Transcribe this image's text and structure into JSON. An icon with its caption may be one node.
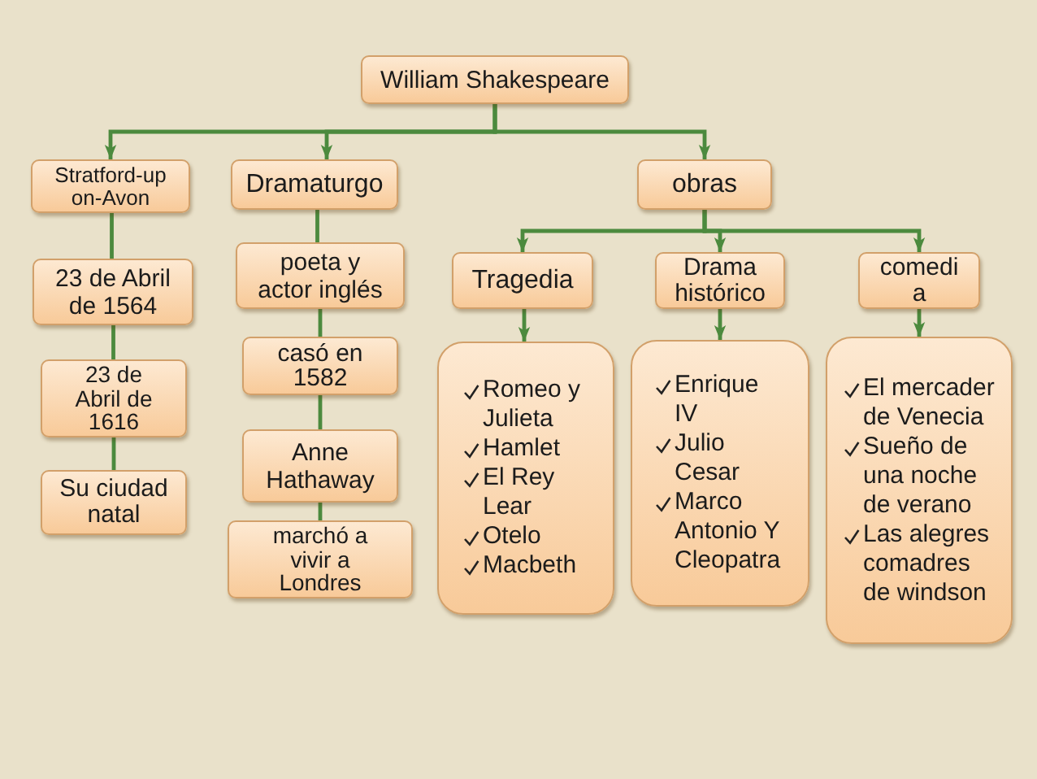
{
  "diagram": {
    "nodes": [
      {
        "text": [
          "William Shakespeare"
        ]
      },
      {
        "text": [
          "Stratford-up on-Avon"
        ]
      },
      {
        "text": [
          "Dramaturgo"
        ]
      },
      {
        "text": [
          "obras"
        ]
      },
      {
        "text": [
          "23 de Abril de 1564"
        ]
      },
      {
        "text": [
          "poeta y actor inglés"
        ]
      },
      {
        "text": [
          "23 de Abril de 1616"
        ]
      },
      {
        "text": [
          "casó en 1582"
        ]
      },
      {
        "text": [
          "Su ciudad natal"
        ]
      },
      {
        "text": [
          "Anne Hathaway"
        ]
      },
      {
        "text": [
          "marchó a vivir a Londres"
        ]
      },
      {
        "text": [
          "Tragedia"
        ]
      },
      {
        "text": [
          "Drama histórico"
        ]
      },
      {
        "text": [
          "comedi a"
        ]
      },
      {
        "text": [
          "Romeo y Julieta",
          "Hamlet",
          "El Rey Lear",
          "Otelo",
          "Macbeth"
        ]
      },
      {
        "text": [
          "Enrique IV",
          "Julio Cesar",
          "Marco Antonio Y Cleopatra"
        ]
      },
      {
        "text": [
          "El mercader de Venecia",
          "Sueño de una noche de verano",
          "Las alegres comadres de windson"
        ]
      }
    ],
    "edges": [
      {
        "from": 0,
        "to": 1,
        "arrow": "to"
      },
      {
        "from": 0,
        "to": 2,
        "arrow": "to"
      },
      {
        "from": 0,
        "to": 3,
        "arrow": "to"
      },
      {
        "from": 1,
        "to": 4,
        "arrow": "none"
      },
      {
        "from": 4,
        "to": 6,
        "arrow": "none"
      },
      {
        "from": 6,
        "to": 8,
        "arrow": "none"
      },
      {
        "from": 2,
        "to": 5,
        "arrow": "none"
      },
      {
        "from": 5,
        "to": 7,
        "arrow": "none"
      },
      {
        "from": 7,
        "to": 9,
        "arrow": "none"
      },
      {
        "from": 9,
        "to": 10,
        "arrow": "none"
      },
      {
        "from": 3,
        "to": 11,
        "arrow": "to"
      },
      {
        "from": 3,
        "to": 12,
        "arrow": "to"
      },
      {
        "from": 3,
        "to": 13,
        "arrow": "to"
      },
      {
        "from": 11,
        "to": 14,
        "arrow": "to"
      },
      {
        "from": 12,
        "to": 15,
        "arrow": "to"
      },
      {
        "from": 13,
        "to": 16,
        "arrow": "to"
      }
    ]
  }
}
